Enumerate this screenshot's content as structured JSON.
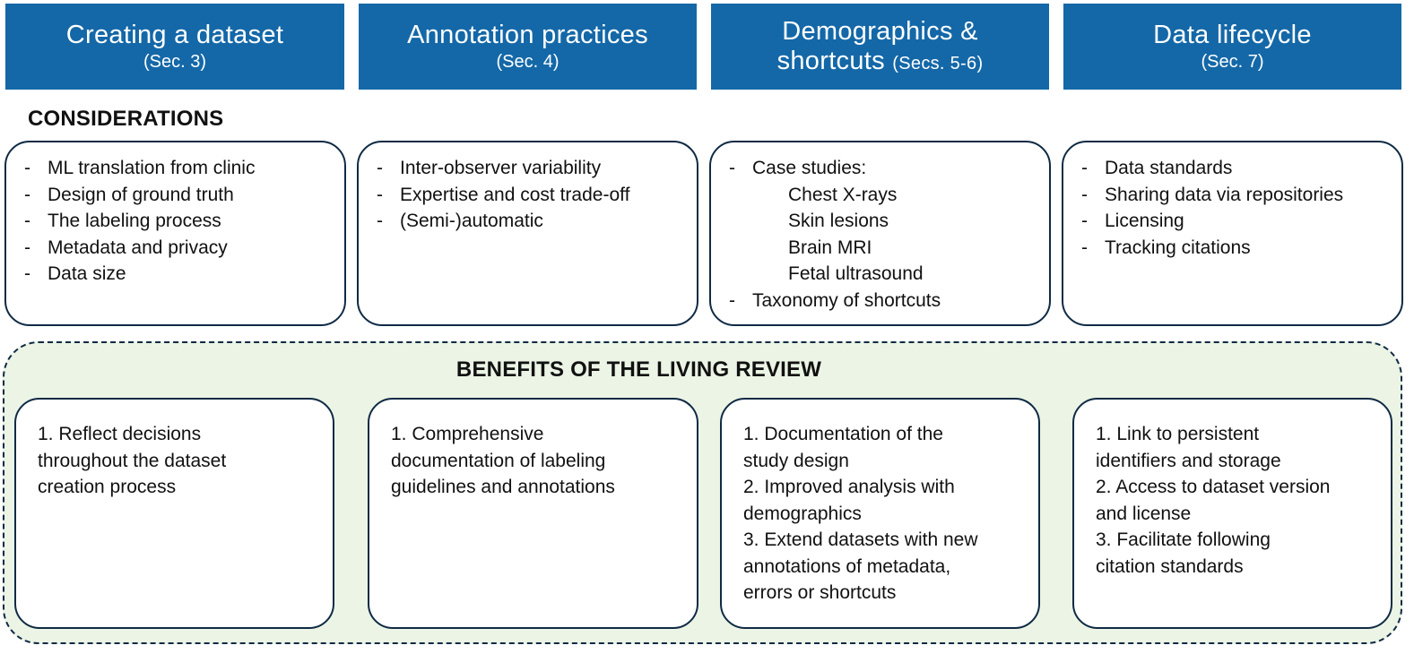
{
  "headers": [
    {
      "title": "Creating a dataset",
      "sub": "(Sec. 3)"
    },
    {
      "title": "Annotation practices",
      "sub": "(Sec. 4)"
    },
    {
      "title_line1": "Demographics &",
      "title_line2": "shortcuts",
      "sub": "(Secs. 5-6)"
    },
    {
      "title": "Data lifecycle",
      "sub": "(Sec. 7)"
    }
  ],
  "considerations": {
    "title": "CONSIDERATIONS",
    "columns": [
      {
        "items": [
          "ML translation from clinic",
          "Design of ground truth",
          "The labeling process",
          "Metadata and privacy",
          "Data size"
        ]
      },
      {
        "items": [
          "Inter-observer variability",
          "Expertise and cost trade-off",
          "(Semi-)automatic"
        ]
      },
      {
        "case_studies": "Case studies:",
        "sub_items": [
          "Chest X-rays",
          "Skin lesions",
          "Brain MRI",
          "Fetal ultrasound"
        ],
        "last": "Taxonomy of shortcuts"
      },
      {
        "items": [
          "Data standards",
          "Sharing data via repositories",
          "Licensing",
          "Tracking citations"
        ]
      }
    ]
  },
  "benefits": {
    "title": "BENEFITS OF THE LIVING REVIEW",
    "columns": [
      {
        "lines": [
          "1. Reflect decisions",
          "throughout the dataset",
          "creation process"
        ]
      },
      {
        "lines": [
          "1. Comprehensive",
          "documentation of labeling",
          "guidelines and annotations"
        ]
      },
      {
        "lines": [
          "1. Documentation of the",
          "study design",
          "2. Improved analysis with",
          "demographics",
          "3. Extend datasets with new",
          "annotations of metadata,",
          "errors or shortcuts"
        ]
      },
      {
        "lines": [
          "1. Link to persistent",
          "identifiers and storage",
          "2. Access to dataset version",
          "and license",
          "3. Facilitate following",
          "citation standards"
        ]
      }
    ]
  },
  "colors": {
    "header_bg": "#1468a8",
    "panel_bg": "#ebf4e5",
    "border": "#0f2a44"
  }
}
